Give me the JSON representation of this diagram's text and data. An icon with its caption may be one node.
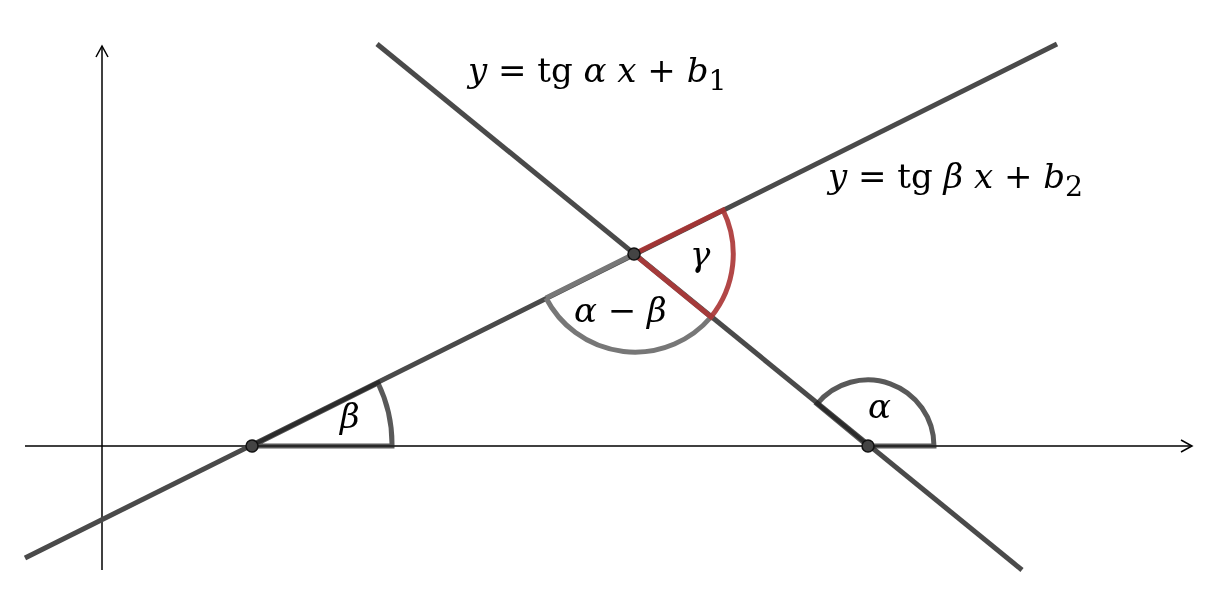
{
  "diagram": {
    "labels": [
      "*y* = tg *α x* + *b*$_{1}$",
      "*y* = tg *β x* + *b*$_{2}$",
      "*γ*",
      "*α* − *β*",
      "*β*",
      "*α*"
    ]
  }
}
